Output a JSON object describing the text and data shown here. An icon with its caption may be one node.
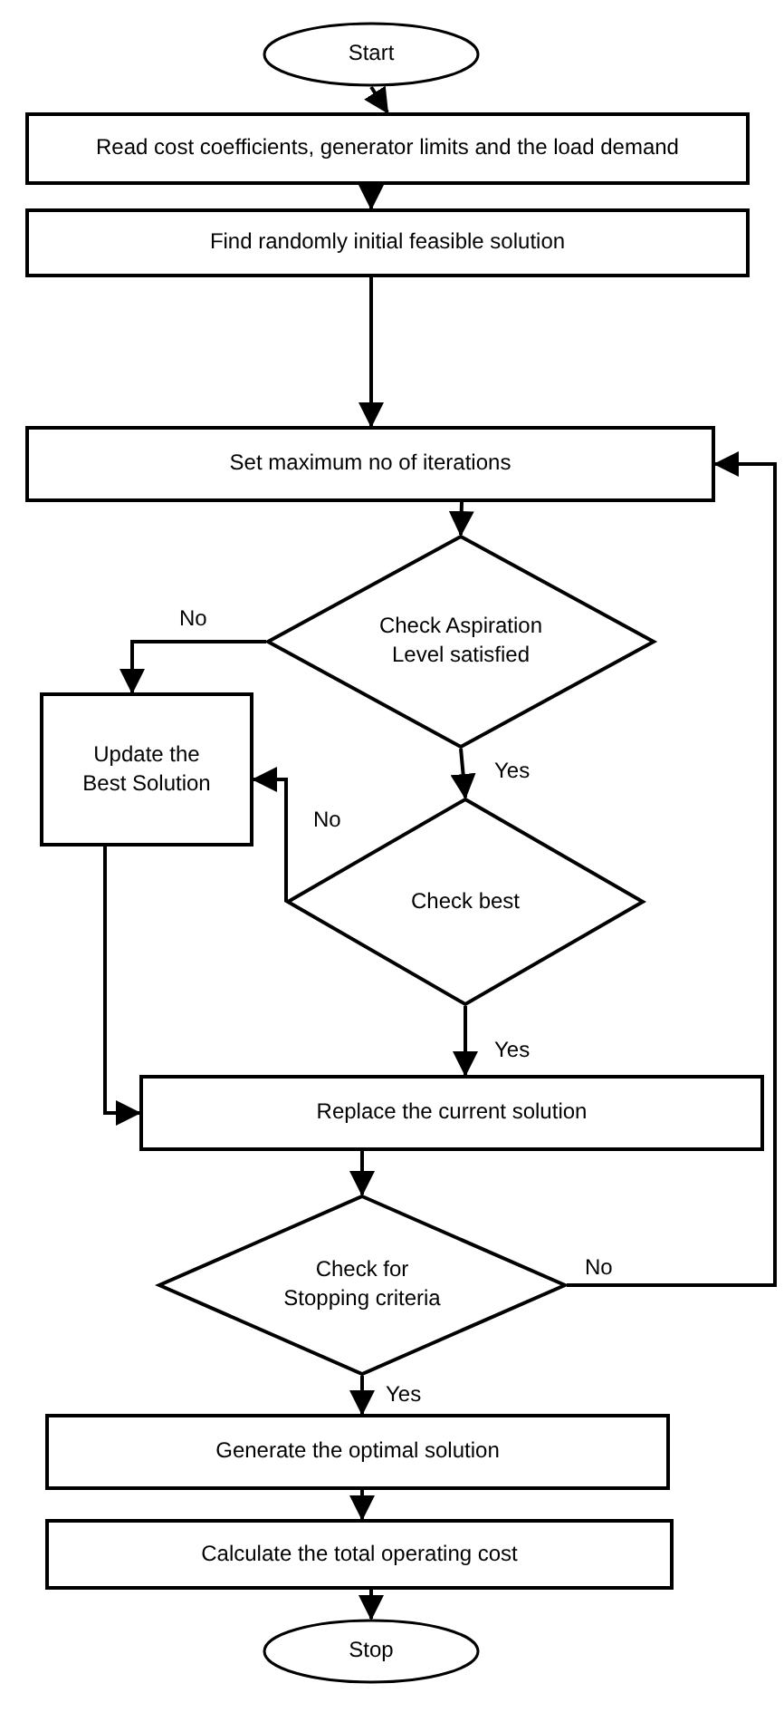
{
  "diagram": {
    "nodes": [
      {
        "text": [
          "Start"
        ]
      },
      {
        "text": [
          "Read cost coefficients, generator limits and the load demand"
        ]
      },
      {
        "text": [
          "Find randomly initial feasible solution"
        ]
      },
      {
        "text": [
          "Set maximum no of iterations"
        ]
      },
      {
        "text": [
          "Check Aspiration Level satisfied"
        ]
      },
      {
        "text": [
          "Update the Best Solution"
        ]
      },
      {
        "text": [
          "Check best"
        ]
      },
      {
        "text": [
          "Replace the current solution"
        ]
      },
      {
        "text": [
          "Check for Stopping criteria"
        ]
      },
      {
        "text": [
          "Generate the optimal solution"
        ]
      },
      {
        "text": [
          "Calculate the total operating cost"
        ]
      },
      {
        "text": [
          "Stop"
        ]
      }
    ],
    "edges": [
      {
        "from": 0,
        "to": 1,
        "arrow": "to"
      },
      {
        "from": 1,
        "to": 2,
        "arrow": "to"
      },
      {
        "from": 2,
        "to": 3,
        "arrow": "to"
      },
      {
        "from": 3,
        "to": 4,
        "arrow": "to"
      },
      {
        "from": 4,
        "to": 5,
        "arrow": "to",
        "label": "No"
      },
      {
        "from": 4,
        "to": 6,
        "arrow": "to",
        "label": "Yes"
      },
      {
        "from": 6,
        "to": 5,
        "arrow": "to",
        "label": "No"
      },
      {
        "from": 6,
        "to": 7,
        "arrow": "to",
        "label": "Yes"
      },
      {
        "from": 5,
        "to": 7,
        "arrow": "to"
      },
      {
        "from": 7,
        "to": 8,
        "arrow": "to"
      },
      {
        "from": 8,
        "to": 3,
        "arrow": "to",
        "label": "No"
      },
      {
        "from": 8,
        "to": 9,
        "arrow": "to",
        "label": "Yes"
      },
      {
        "from": 9,
        "to": 10,
        "arrow": "to"
      },
      {
        "from": 10,
        "to": 11,
        "arrow": "to"
      }
    ]
  }
}
